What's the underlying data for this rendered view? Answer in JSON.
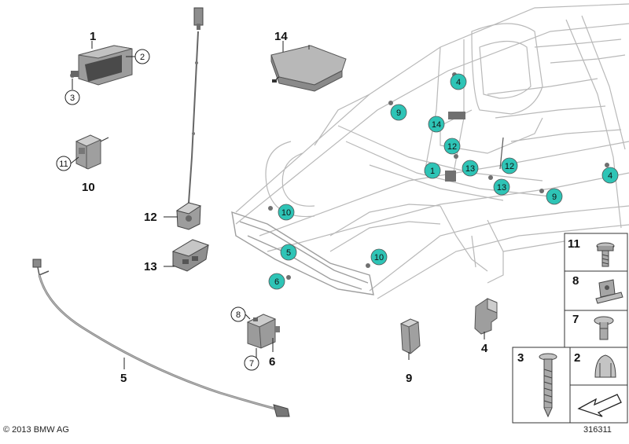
{
  "footer": {
    "copyright": "© 2013 BMW AG",
    "diagram_id": "316311"
  },
  "colors": {
    "callout_teal": "#2ec4b6",
    "part_gray": "#a8a8a8",
    "part_dark": "#4a4a4a",
    "body_line": "#b9b9b9"
  },
  "labels": {
    "l1": "1",
    "l2": "2",
    "l3": "3",
    "l4": "4",
    "l5": "5",
    "l6": "6",
    "l7": "7",
    "l8": "8",
    "l9": "9",
    "l10": "10",
    "l11": "11",
    "l12": "12",
    "l13": "13",
    "l14": "14"
  },
  "legend": [
    "11",
    "8",
    "7",
    "3",
    "2"
  ]
}
